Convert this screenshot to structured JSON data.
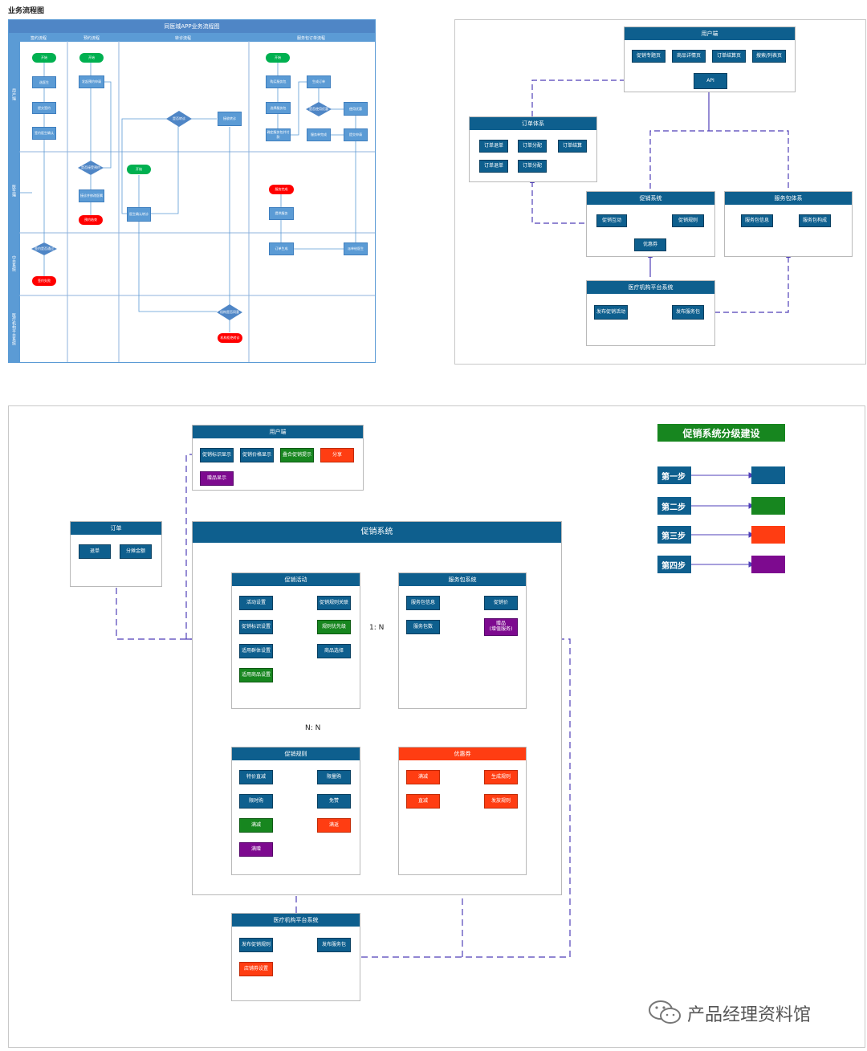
{
  "page_title": "业务流程图",
  "swimlane": {
    "title": "同医城APP业务流程图",
    "columns": [
      "签约流程",
      "预约流程",
      "转诊流程",
      "服务包订单流程"
    ],
    "rows": [
      "用户端",
      "医生端",
      "中台系统",
      "医疗机构平台系统"
    ],
    "nodes": {
      "start1": "开始",
      "start2": "开始",
      "start3": "开始",
      "start4": "开始",
      "n1": "选医生",
      "n2": "提交签约",
      "n3": "签约医生确认",
      "n4": "发起预约申请",
      "n5": "是否接受预约",
      "n6": "接诊并修改医嘱",
      "n7": "预约结束",
      "n8": "是否转诊",
      "n9": "接收转诊",
      "n10": "医生确认转诊",
      "n11": "购买服务包",
      "n12": "选择服务包",
      "n13": "确定服务包并付款",
      "n14": "生成订单",
      "n15": "是否使用优惠",
      "n16": "使用优惠",
      "n17": "服务单完成",
      "n18": "提交申请",
      "n19": "服务完成",
      "n20": "提供服务",
      "n21": "订单生成",
      "n22": "派单给医生",
      "n23": "签约是否通过",
      "n24": "签约失败",
      "n25": "机构是否同意",
      "n26": "机构拒绝转诊"
    }
  },
  "arch1": {
    "user_end": {
      "title": "用户端",
      "items": [
        "促销专题页",
        "商品详情页",
        "订单结算页",
        "搜索/列表页"
      ],
      "api": "API"
    },
    "order": {
      "title": "订单体系",
      "items": [
        "订单退单",
        "订单分配",
        "订单结算",
        "订单退单",
        "订单分配"
      ]
    },
    "promo": {
      "title": "促销系统",
      "items": [
        "促销互动",
        "促销规则",
        "优惠券"
      ]
    },
    "service_pkg": {
      "title": "服务包体系",
      "items": [
        "服务包信息",
        "服务包构成"
      ]
    },
    "medical": {
      "title": "医疗机构平台系统",
      "items": [
        "发布促销活动",
        "发布服务包"
      ]
    }
  },
  "arch2": {
    "user_end": {
      "title": "用户端",
      "items": [
        "促销标识显示",
        "促销价格显示",
        "叠合促销提示",
        "分享",
        "赠品显示"
      ]
    },
    "order": {
      "title": "订单",
      "items": [
        "退单",
        "分摊金额"
      ]
    },
    "system": {
      "title": "促销系统"
    },
    "activity": {
      "title": "促销活动",
      "items": [
        "活动设置",
        "促销规则关联",
        "促销标识设置",
        "规则优先级",
        "适用群体设置",
        "商品选择",
        "适用商品设置"
      ]
    },
    "service": {
      "title": "服务包系统",
      "items": [
        "服务包信息",
        "促销价",
        "服务包数",
        "赠品\n(增值服务)"
      ]
    },
    "rule": {
      "title": "促销规则",
      "items": [
        "特价直减",
        "限量购",
        "限时购",
        "免赞",
        "满减",
        "满返",
        "满赠"
      ]
    },
    "coupon": {
      "title": "优惠券",
      "items": [
        "满减",
        "生成规则",
        "直减",
        "发放规则"
      ]
    },
    "medical": {
      "title": "医疗机构平台系统",
      "items": [
        "发布促销规则",
        "发布服务包",
        "店铺券设置"
      ]
    },
    "rel_1n": "1: N",
    "rel_nn": "N: N"
  },
  "legend": {
    "title": "促销系统分级建设",
    "steps": [
      {
        "label": "第一步",
        "color": "#0e5f8e"
      },
      {
        "label": "第二步",
        "color": "#17861f"
      },
      {
        "label": "第三步",
        "color": "#ff3d12"
      },
      {
        "label": "第四步",
        "color": "#7d0a8f"
      }
    ]
  },
  "watermark": "产品经理资料馆"
}
